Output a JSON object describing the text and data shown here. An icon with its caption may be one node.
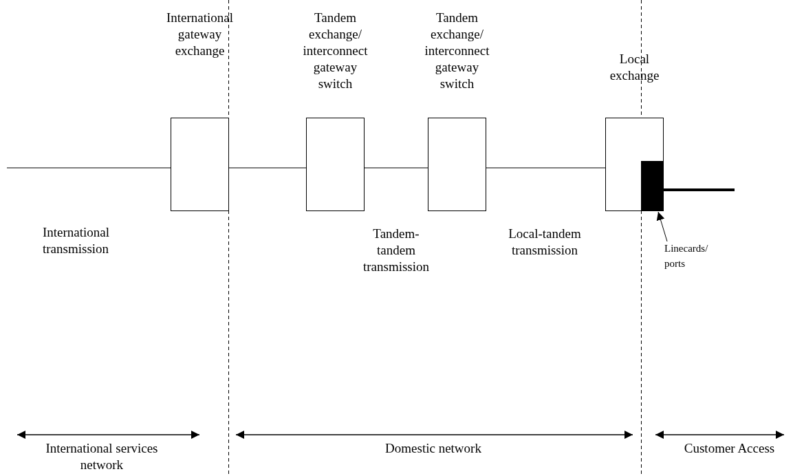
{
  "diagram": {
    "nodes": [
      {
        "text": [
          "International gateway exchange"
        ]
      },
      {
        "text": [
          "Tandem exchange/ interconnect gateway switch"
        ]
      },
      {
        "text": [
          "Tandem exchange/ interconnect gateway switch"
        ]
      },
      {
        "text": [
          "Local exchange"
        ]
      },
      {
        "text": [],
        "shape": "box",
        "in": 3
      },
      {
        "text": [
          "Linecards/ ports"
        ]
      }
    ],
    "edges": [
      {
        "from": null,
        "to": 0,
        "arrow": "none"
      },
      {
        "from": 0,
        "to": 1,
        "arrow": "none"
      },
      {
        "from": 1,
        "to": 2,
        "arrow": "none"
      },
      {
        "from": 2,
        "to": 3,
        "arrow": "none"
      },
      {
        "from": 4,
        "to": null,
        "arrow": "none",
        "style": "thick"
      },
      {
        "from": 5,
        "to": 4,
        "arrow": "to"
      }
    ],
    "labels": [
      "International transmission",
      "Tandem-tandem transmission",
      "Local-tandem transmission",
      "International services network",
      "Domestic network",
      "Customer Access"
    ]
  }
}
